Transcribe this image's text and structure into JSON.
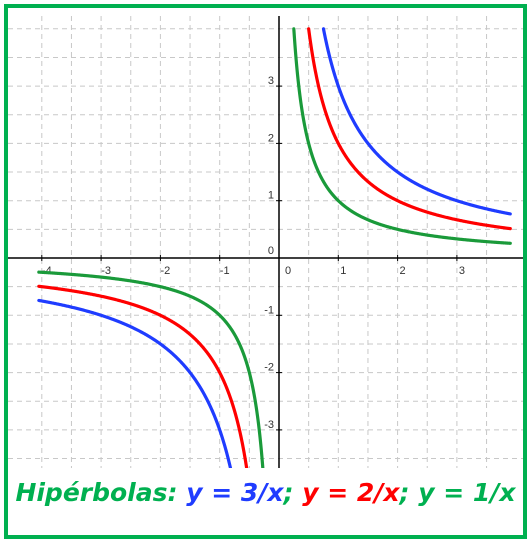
{
  "colors": {
    "border": "#00b050",
    "grid": "#c8c8c8",
    "axis": "#000000",
    "blue": "#1f3cff",
    "red": "#ff0000",
    "green": "#1a9a3a",
    "title_green": "#00b050"
  },
  "caption": {
    "prefix": "Hipérbolas: ",
    "eq1": "y = 3/x",
    "sep1": "; ",
    "eq2": "y = 2/x",
    "sep2": "; ",
    "eq3": "y = 1/x"
  },
  "chart_data": {
    "type": "line",
    "x_range": [
      -4.05,
      3.9
    ],
    "y_range": [
      -4.0,
      4.0
    ],
    "grid": true,
    "x_ticks": [
      "-4",
      "-3",
      "-2",
      "-1",
      "0",
      "1",
      "2",
      "3"
    ],
    "y_ticks": [
      "-3",
      "-2",
      "-1",
      "0",
      "1",
      "2",
      "3"
    ],
    "series": [
      {
        "name": "y = 3/x",
        "k": 3,
        "color": "#1f3cff"
      },
      {
        "name": "y = 2/x",
        "k": 2,
        "color": "#ff0000"
      },
      {
        "name": "y = 1/x",
        "k": 1,
        "color": "#1a9a3a"
      }
    ]
  }
}
